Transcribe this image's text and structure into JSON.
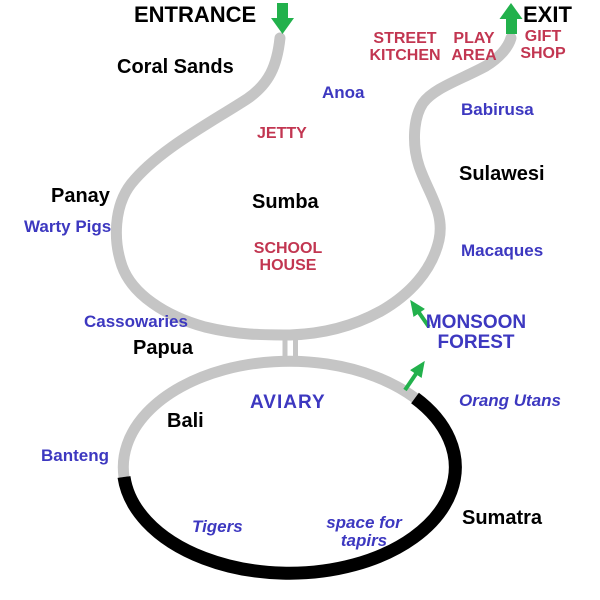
{
  "colors": {
    "walking_path": "#c5c5c5",
    "enclosure_outline": "#000000",
    "arrow_green": "#22b14c",
    "island_label": "#000000",
    "facility_label": "#c23651",
    "animal_label": "#3d38c0"
  },
  "gates": {
    "entrance": "ENTRANCE",
    "exit": "EXIT"
  },
  "islands": {
    "coral_sands": "Coral Sands",
    "panay": "Panay",
    "sumba": "Sumba",
    "sulawesi": "Sulawesi",
    "papua": "Papua",
    "bali": "Bali",
    "sumatra": "Sumatra"
  },
  "facilities": {
    "street_kitchen": {
      "line1": "STREET",
      "line2": "KITCHEN"
    },
    "play_area": {
      "line1": "PLAY",
      "line2": "AREA"
    },
    "gift_shop": {
      "line1": "GIFT",
      "line2": "SHOP"
    },
    "jetty": "JETTY",
    "school_house": {
      "line1": "SCHOOL",
      "line2": "HOUSE"
    }
  },
  "areas": {
    "monsoon_forest": {
      "line1": "MONSOON",
      "line2": "FOREST"
    },
    "aviary": "AVIARY"
  },
  "animals": {
    "anoa": "Anoa",
    "babirusa": "Babirusa",
    "warty_pigs": "Warty Pigs",
    "macaques": "Macaques",
    "cassowaries": "Cassowaries",
    "banteng": "Banteng",
    "orang_utans": "Orang Utans",
    "tigers": "Tigers",
    "tapirs": {
      "line1": "space for",
      "line2": "tapirs"
    }
  }
}
